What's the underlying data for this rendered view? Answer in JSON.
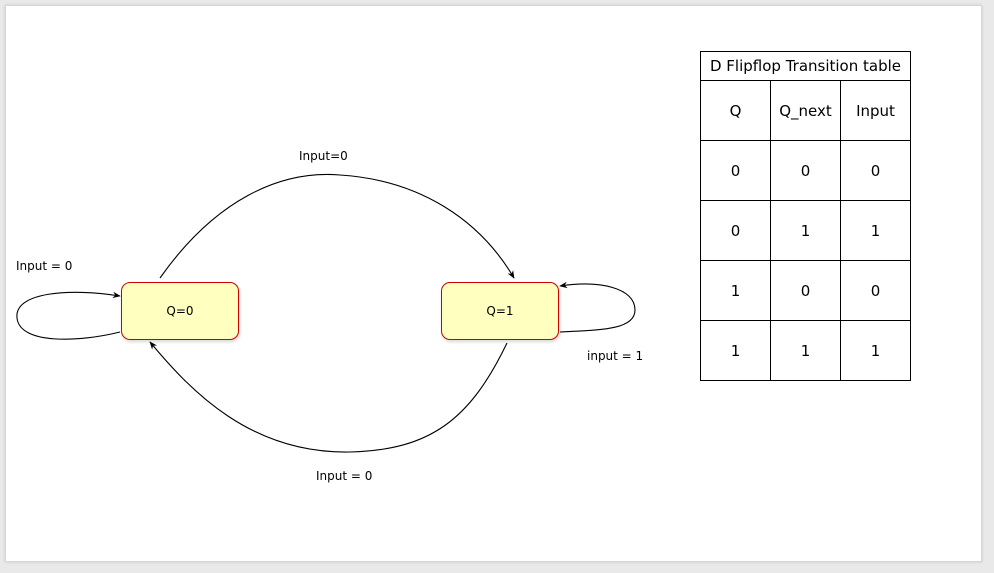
{
  "states": {
    "q0": {
      "label": "Q=0"
    },
    "q1": {
      "label": "Q=1"
    }
  },
  "edges": {
    "self_q0": {
      "label": "Input = 0"
    },
    "q0_to_q1": {
      "label": "Input=0"
    },
    "self_q1": {
      "label": "input = 1"
    },
    "q1_to_q0": {
      "label": "Input = 0"
    }
  },
  "table": {
    "title": "D Flipflop Transition table",
    "headers": [
      "Q",
      "Q_next",
      "Input"
    ],
    "rows": [
      [
        "0",
        "0",
        "0"
      ],
      [
        "0",
        "1",
        "1"
      ],
      [
        "1",
        "0",
        "0"
      ],
      [
        "1",
        "1",
        "1"
      ]
    ]
  },
  "colors": {
    "state_fill": "#ffffc0",
    "state_border": "#cc0000",
    "edge": "#000000"
  }
}
